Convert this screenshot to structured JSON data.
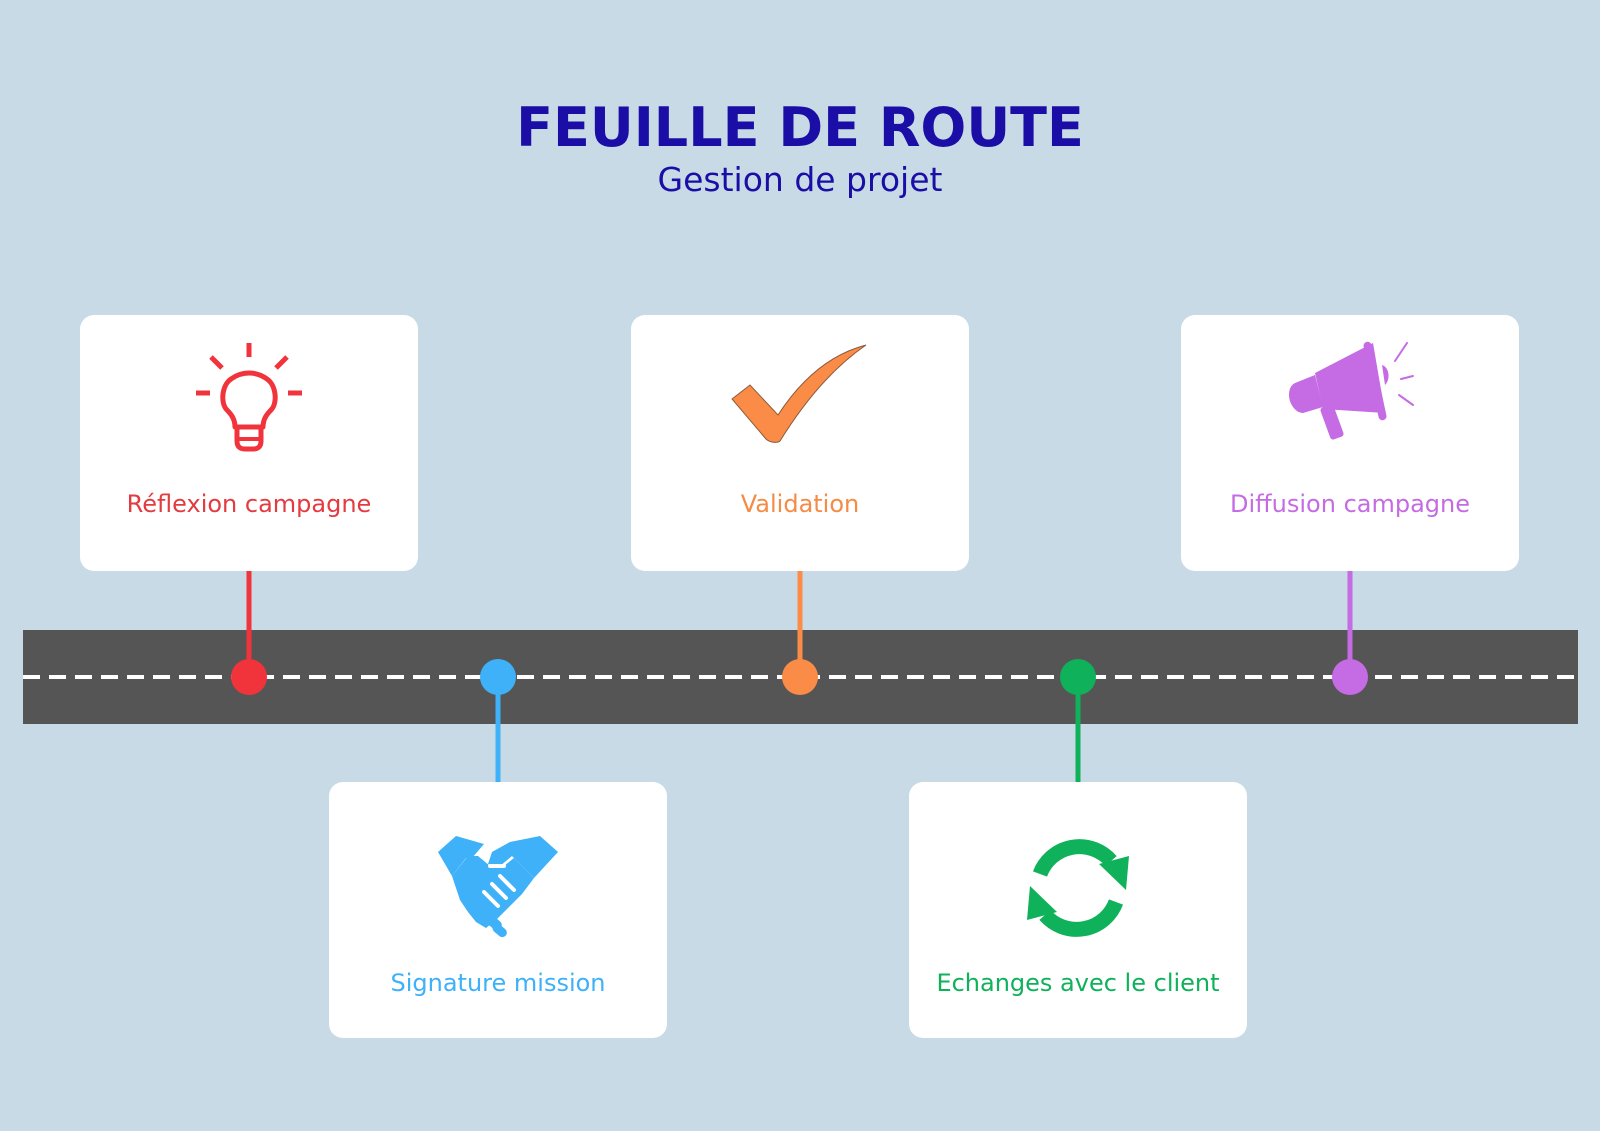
{
  "header": {
    "title": "FEUILLE DE ROUTE",
    "subtitle": "Gestion de projet"
  },
  "colors": {
    "background": "#c8dae6",
    "road": "#555555",
    "road_dash": "#ffffff",
    "title": "#1a0ea6"
  },
  "milestones": [
    {
      "id": "reflexion",
      "label": "Réflexion campagne",
      "color": "#f1333b",
      "icon": "lightbulb-icon",
      "side": "top",
      "order": 1
    },
    {
      "id": "signature",
      "label": "Signature mission",
      "color": "#3eb1f8",
      "icon": "handshake-icon",
      "side": "bottom",
      "order": 2
    },
    {
      "id": "validation",
      "label": "Validation",
      "color": "#fb8c47",
      "icon": "checkmark-icon",
      "side": "top",
      "order": 3
    },
    {
      "id": "echanges",
      "label": "Echanges avec le client",
      "color": "#0fb25a",
      "icon": "refresh-icon",
      "side": "bottom",
      "order": 4
    },
    {
      "id": "diffusion",
      "label": "Diffusion campagne",
      "color": "#c56be3",
      "icon": "megaphone-icon",
      "side": "top",
      "order": 5
    }
  ]
}
